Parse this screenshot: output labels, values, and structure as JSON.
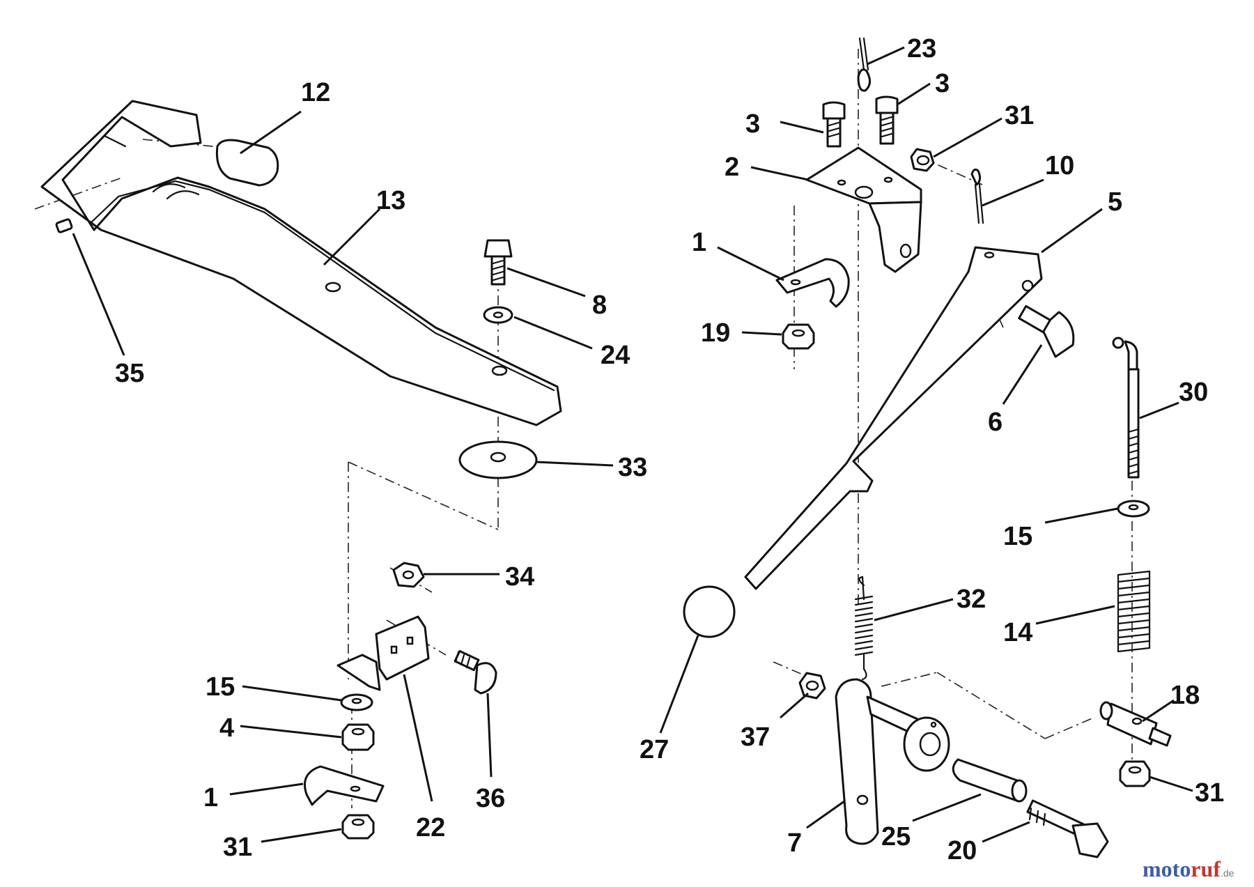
{
  "callouts": [
    {
      "id": "c12",
      "text": "12"
    },
    {
      "id": "c13",
      "text": "13"
    },
    {
      "id": "c35",
      "text": "35"
    },
    {
      "id": "c8",
      "text": "8"
    },
    {
      "id": "c24",
      "text": "24"
    },
    {
      "id": "c33",
      "text": "33"
    },
    {
      "id": "c34",
      "text": "34"
    },
    {
      "id": "c15a",
      "text": "15"
    },
    {
      "id": "c4",
      "text": "4"
    },
    {
      "id": "c1a",
      "text": "1"
    },
    {
      "id": "c31a",
      "text": "31"
    },
    {
      "id": "c22",
      "text": "22"
    },
    {
      "id": "c36",
      "text": "36"
    },
    {
      "id": "c23",
      "text": "23"
    },
    {
      "id": "c3a",
      "text": "3"
    },
    {
      "id": "c3b",
      "text": "3"
    },
    {
      "id": "c31b",
      "text": "31"
    },
    {
      "id": "c2",
      "text": "2"
    },
    {
      "id": "c10",
      "text": "10"
    },
    {
      "id": "c5",
      "text": "5"
    },
    {
      "id": "c1b",
      "text": "1"
    },
    {
      "id": "c19",
      "text": "19"
    },
    {
      "id": "c6",
      "text": "6"
    },
    {
      "id": "c30",
      "text": "30"
    },
    {
      "id": "c15b",
      "text": "15"
    },
    {
      "id": "c32",
      "text": "32"
    },
    {
      "id": "c14",
      "text": "14"
    },
    {
      "id": "c27",
      "text": "27"
    },
    {
      "id": "c37",
      "text": "37"
    },
    {
      "id": "c18",
      "text": "18"
    },
    {
      "id": "c31c",
      "text": "31"
    },
    {
      "id": "c7",
      "text": "7"
    },
    {
      "id": "c25",
      "text": "25"
    },
    {
      "id": "c20",
      "text": "20"
    }
  ],
  "watermark": {
    "brand_prefix": "moto",
    "brand_suffix": "ruf",
    "tld": ".de",
    "colors": {
      "prefix": "#3b5ea8",
      "suffix": "#c0392b"
    }
  }
}
